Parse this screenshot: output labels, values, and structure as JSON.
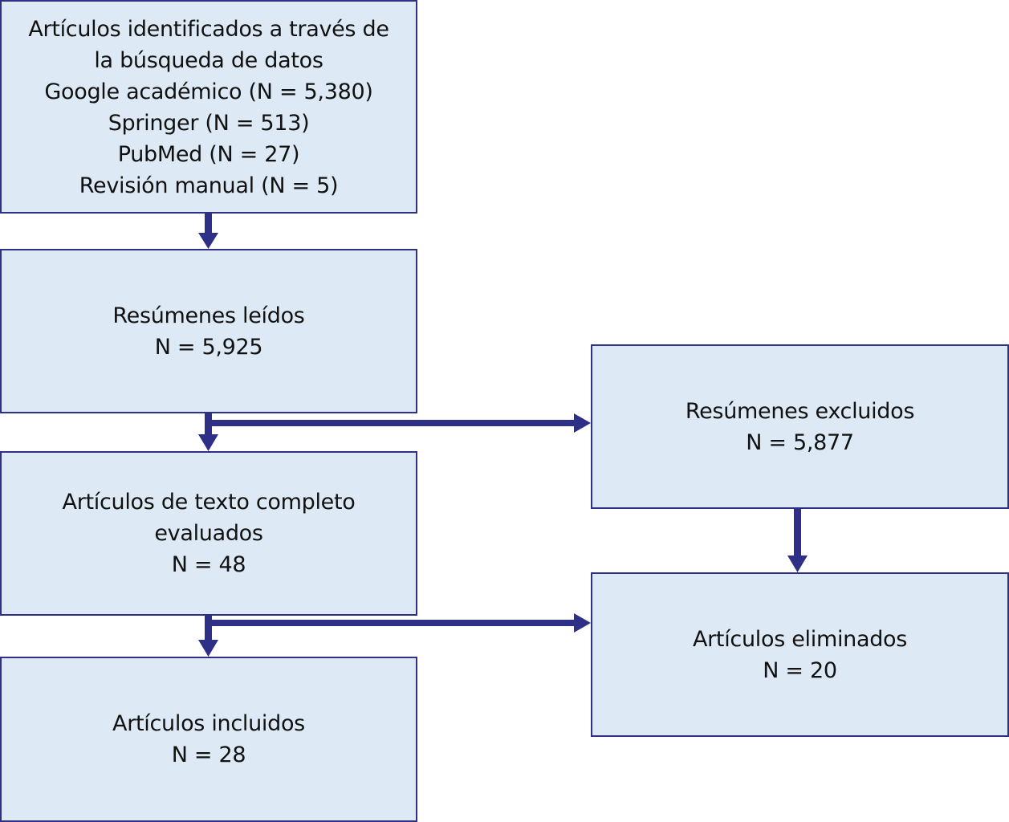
{
  "diagram": {
    "type": "flowchart",
    "title": "",
    "colors": {
      "box_fill": "#dde9f4",
      "box_border": "#2e3088",
      "arrow": "#2e3088",
      "text": "#111111"
    },
    "boxes": {
      "identified": {
        "lines": [
          "Artículos identificados a través de",
          "la búsqueda de datos",
          "Google académico (N = 5,380)",
          "Springer (N = 513)",
          "PubMed (N = 27)",
          "Revisión manual (N = 5)"
        ]
      },
      "abstracts_read": {
        "lines": [
          "Resúmenes leídos",
          "N = 5,925"
        ]
      },
      "fulltext_assessed": {
        "lines": [
          "Artículos de texto completo",
          "evaluados",
          "N = 48"
        ]
      },
      "included": {
        "lines": [
          "Artículos incluidos",
          "N = 28"
        ]
      },
      "abstracts_excluded": {
        "lines": [
          "Resúmenes excluidos",
          "N = 5,877"
        ]
      },
      "articles_removed": {
        "lines": [
          "Artículos eliminados",
          "N = 20"
        ]
      }
    },
    "edges": [
      {
        "from": "identified",
        "to": "abstracts_read"
      },
      {
        "from": "abstracts_read",
        "to": "fulltext_assessed"
      },
      {
        "from": "abstracts_read",
        "to": "abstracts_excluded"
      },
      {
        "from": "abstracts_excluded",
        "to": "articles_removed"
      },
      {
        "from": "fulltext_assessed",
        "to": "included"
      },
      {
        "from": "fulltext_assessed",
        "to": "articles_removed"
      }
    ]
  }
}
